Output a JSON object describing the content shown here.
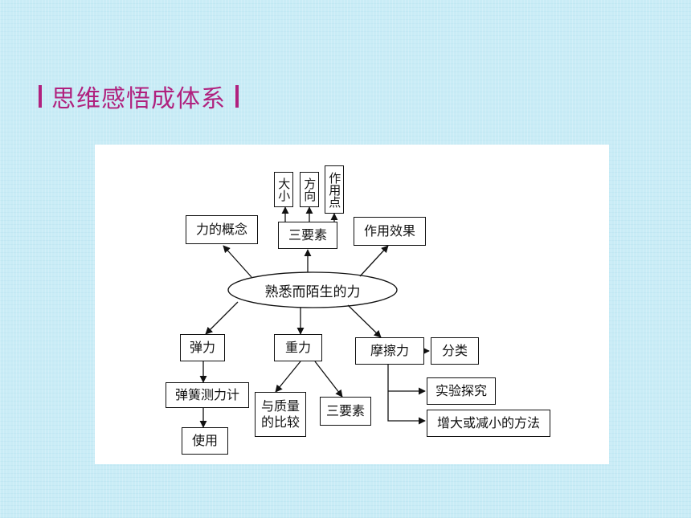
{
  "heading": "思维感悟成体系",
  "diagram": {
    "center": "熟悉而陌生的力",
    "top_nodes": [
      "力的概念",
      "三要素",
      "作用效果"
    ],
    "three_elements_children": [
      "大小",
      "方向",
      "作用点"
    ],
    "bottom_nodes": [
      "弹力",
      "重力",
      "摩擦力"
    ],
    "elastic_chain": [
      "弹簧测力计",
      "使用"
    ],
    "gravity_children": [
      "与质量的比较",
      "三要素"
    ],
    "friction_children": [
      "分类",
      "实验探究",
      "增大或减小的方法"
    ]
  }
}
